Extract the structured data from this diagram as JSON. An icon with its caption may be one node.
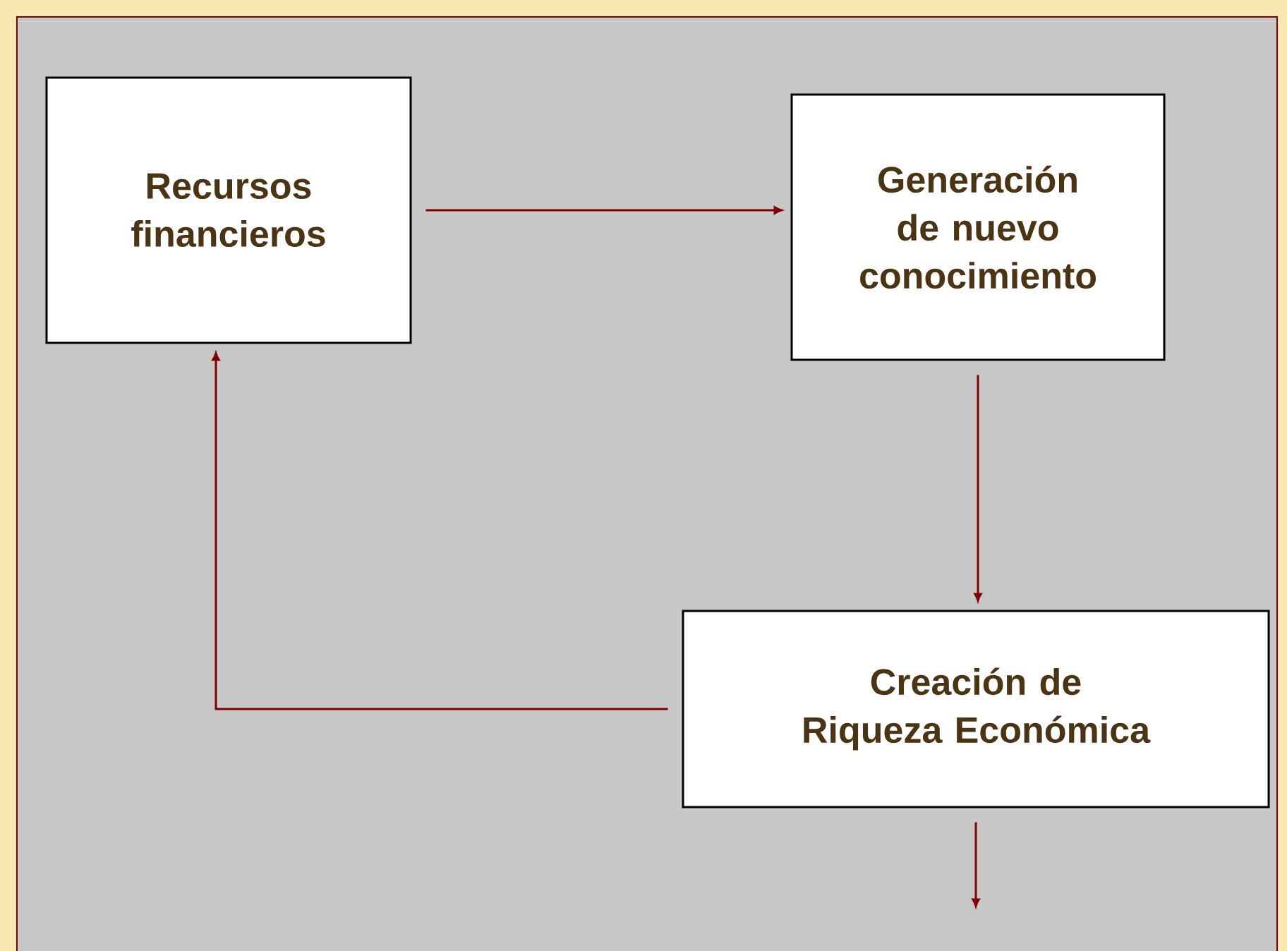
{
  "diagram": {
    "nodes": [
      {
        "text": [
          "Recursos financieros"
        ]
      },
      {
        "text": [
          "Generación de nuevo conocimiento"
        ]
      },
      {
        "text": [
          "Creación de Riqueza Económica"
        ]
      }
    ],
    "edges": [
      {
        "from": 0,
        "to": 1,
        "arrow": "to"
      },
      {
        "from": 1,
        "to": 2,
        "arrow": "to"
      },
      {
        "from": 2,
        "to": 0,
        "arrow": "to"
      },
      {
        "from": 2,
        "to": null,
        "arrow": "to"
      }
    ]
  }
}
